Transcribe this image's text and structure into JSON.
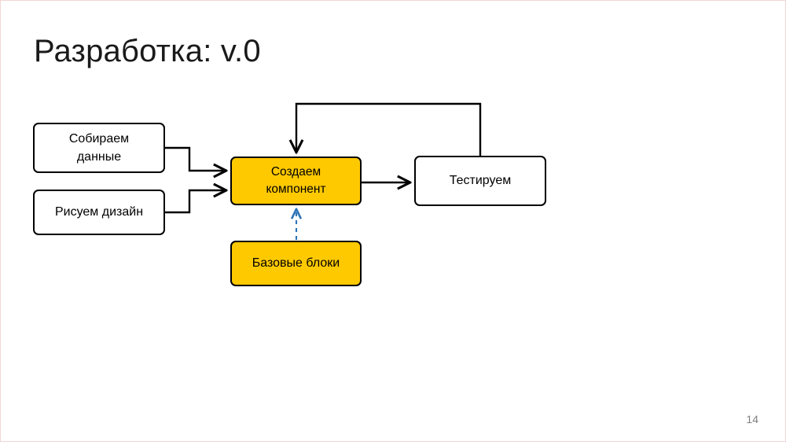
{
  "slide": {
    "title": "Разработка: v.0",
    "page_number": "14",
    "background_color": "#ffffff",
    "frame_color": "#f2d5d5"
  },
  "palette": {
    "highlight_fill": "#FFC900",
    "node_stroke": "#000000",
    "edge_color": "#000000",
    "dashed_edge_color": "#2E75B6",
    "page_number_color": "#808080"
  },
  "diagram": {
    "nodes": [
      {
        "id": "collect",
        "label": "Собираем\nданные",
        "fill": "#ffffff",
        "shape": "rounded-rect"
      },
      {
        "id": "design",
        "label": "Рисуем дизайн",
        "fill": "#ffffff",
        "shape": "rounded-rect"
      },
      {
        "id": "create",
        "label": "Создаем\nкомпонент",
        "fill": "#FFC900",
        "shape": "rounded-rect"
      },
      {
        "id": "test",
        "label": "Тестируем",
        "fill": "#ffffff",
        "shape": "rounded-rect"
      },
      {
        "id": "blocks",
        "label": "Базовые блоки",
        "fill": "#FFC900",
        "shape": "rounded-rect"
      }
    ],
    "edges": [
      {
        "from": "collect",
        "to": "create",
        "style": "solid",
        "color": "#000000",
        "arrow": true
      },
      {
        "from": "design",
        "to": "create",
        "style": "solid",
        "color": "#000000",
        "arrow": true
      },
      {
        "from": "create",
        "to": "test",
        "style": "solid",
        "color": "#000000",
        "arrow": true
      },
      {
        "from": "test",
        "to": "create",
        "style": "solid",
        "color": "#000000",
        "arrow": true,
        "routing": "feedback-loop-top"
      },
      {
        "from": "blocks",
        "to": "create",
        "style": "dashed",
        "color": "#2E75B6",
        "arrow": true
      }
    ]
  }
}
